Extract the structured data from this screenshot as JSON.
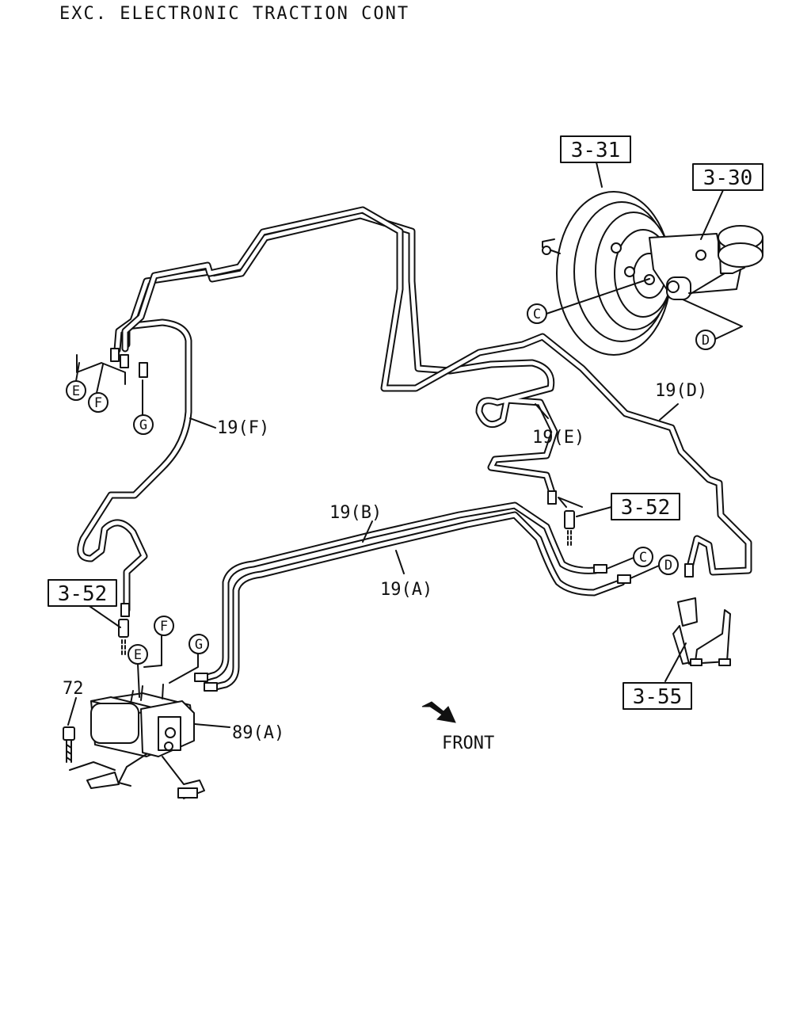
{
  "title": "EXC. ELECTRONIC TRACTION CONT",
  "ref_boxes": {
    "booster": "3-31",
    "master_cylinder": "3-30",
    "hose_right": "3-52",
    "hose_left": "3-52",
    "bracket": "3-55"
  },
  "pipe_labels": {
    "pipe_a": "19(A)",
    "pipe_b": "19(B)",
    "pipe_d": "19(D)",
    "pipe_e": "19(E)",
    "pipe_f": "19(F)"
  },
  "part_labels": {
    "abs_unit": "89(A)",
    "bolt": "72"
  },
  "connection_markers": {
    "c": "C",
    "d": "D",
    "e": "E",
    "f": "F",
    "g": "G"
  },
  "direction": "FRONT"
}
